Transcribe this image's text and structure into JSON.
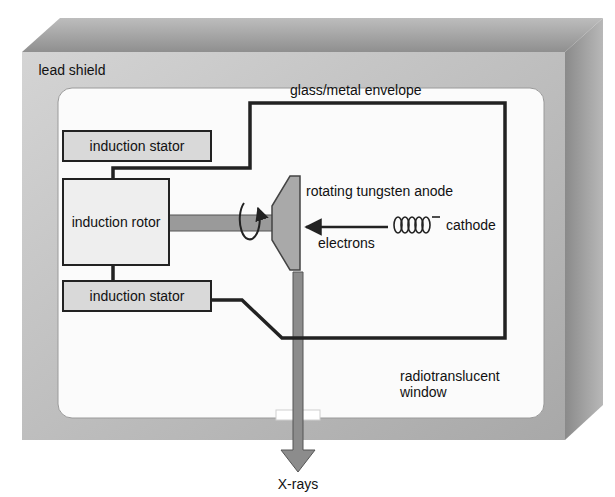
{
  "diagram": {
    "nodes": [
      {
        "text": [
          "lead shield"
        ]
      },
      {
        "text": [
          "glass/metal envelope"
        ],
        "in": 0
      },
      {
        "text": [
          "induction stator"
        ],
        "in": 0
      },
      {
        "text": [
          "induction rotor"
        ],
        "in": 1
      },
      {
        "text": [
          "induction stator"
        ],
        "in": 0
      }
    ],
    "labels": [
      "rotating tungsten anode",
      "cathode",
      "electrons",
      "radiotranslucent window",
      "X-rays"
    ]
  }
}
